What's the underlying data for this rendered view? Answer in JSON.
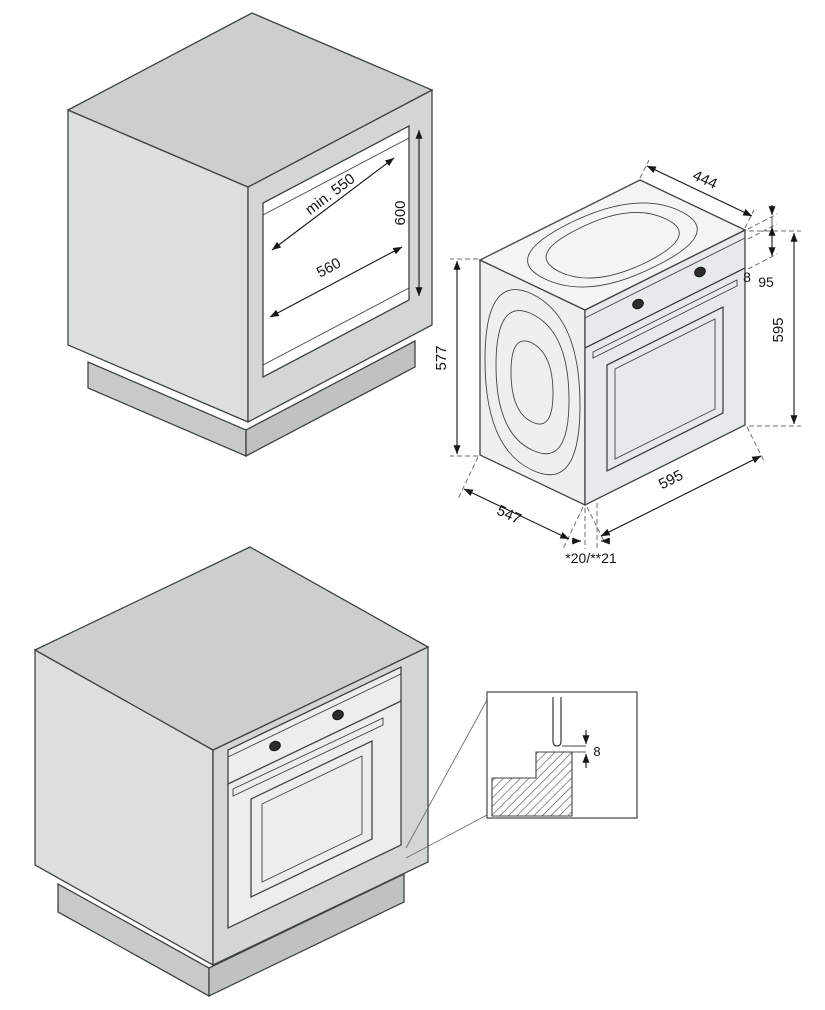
{
  "figures": {
    "cabinet_cutout": {
      "depth": "min. 550",
      "height": "600",
      "width": "560"
    },
    "oven": {
      "top_depth": "444",
      "top_gap": "8",
      "panel_height": "95",
      "height_front": "595",
      "height_side": "577",
      "depth": "547",
      "width": "595",
      "door_note": "*20/**21"
    },
    "detail": {
      "bottom_gap": "8"
    }
  },
  "colors": {
    "line": "#3f4444",
    "dimension_text": "#141414",
    "cabinet_top": "#cbd0cf",
    "cabinet_left": "#dbdfde",
    "cabinet_right": "#d2d6d5",
    "oven_body": "#eef0f0"
  }
}
